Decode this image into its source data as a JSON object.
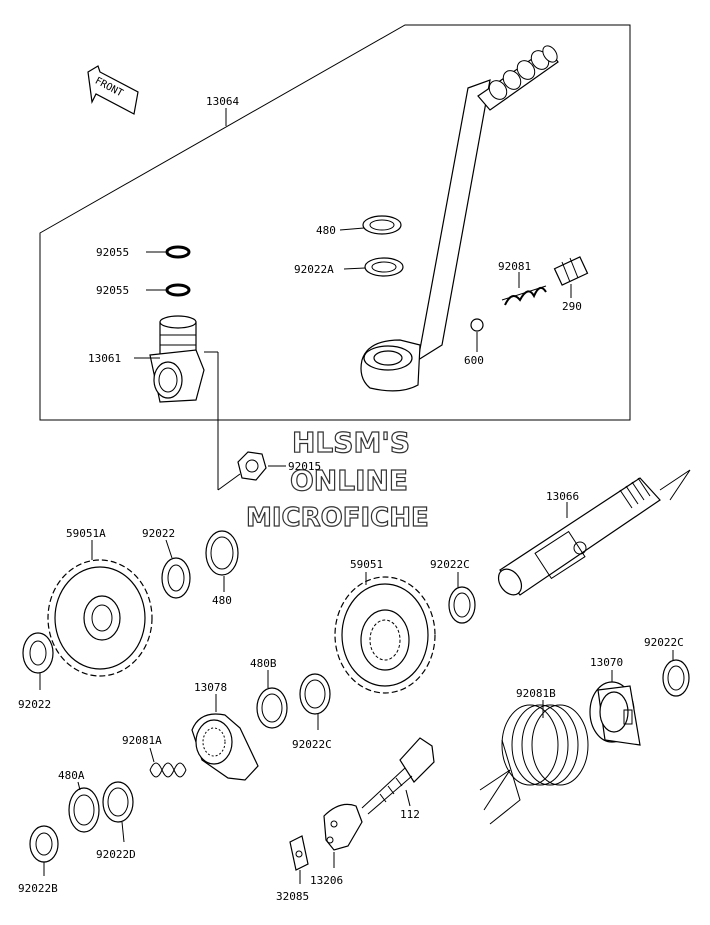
{
  "watermark": {
    "line1": "HLSM'S",
    "line2": "ONLINE",
    "line3": "MICROFICHE"
  },
  "front_arrow": {
    "label": "FRONT"
  },
  "callouts": {
    "c13064": "13064",
    "c92055a": "92055",
    "c92055b": "92055",
    "c13061": "13061",
    "c480a": "480",
    "c92022A": "92022A",
    "c92081": "92081",
    "c290": "290",
    "c600": "600",
    "c92015": "92015",
    "c13066": "13066",
    "c59051A": "59051A",
    "c92022a": "92022",
    "c480b": "480",
    "c92022b": "92022",
    "c59051": "59051",
    "c92022Ca": "92022C",
    "c480B": "480B",
    "c13078": "13078",
    "c92022Cb": "92022C",
    "c92022Cc": "92022C",
    "c13070": "13070",
    "c92081B": "92081B",
    "c92081A": "92081A",
    "c480A": "480A",
    "c92022D": "92022D",
    "c92022B": "92022B",
    "c112": "112",
    "c13206": "13206",
    "c32085": "32085"
  }
}
